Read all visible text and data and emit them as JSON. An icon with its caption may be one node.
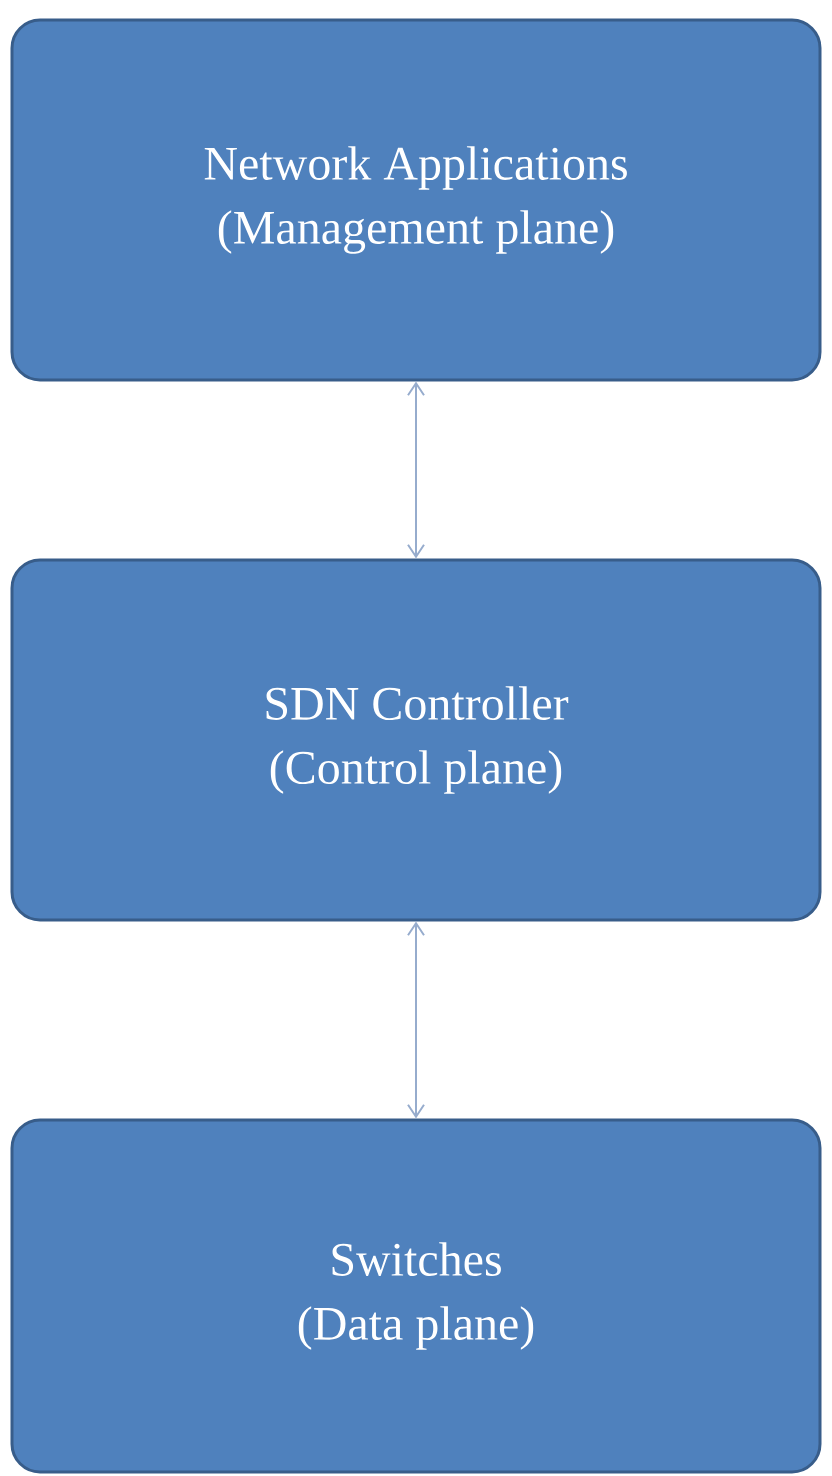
{
  "diagram": {
    "nodes": [
      {
        "text": [
          "Network  Applications",
          "(Management plane)"
        ]
      },
      {
        "text": [
          "SDN Controller",
          "(Control plane)"
        ]
      },
      {
        "text": [
          "Switches",
          "(Data plane)"
        ]
      }
    ],
    "edges": [
      {
        "from": 0,
        "to": 1,
        "arrow": "both"
      },
      {
        "from": 1,
        "to": 2,
        "arrow": "both"
      }
    ]
  }
}
